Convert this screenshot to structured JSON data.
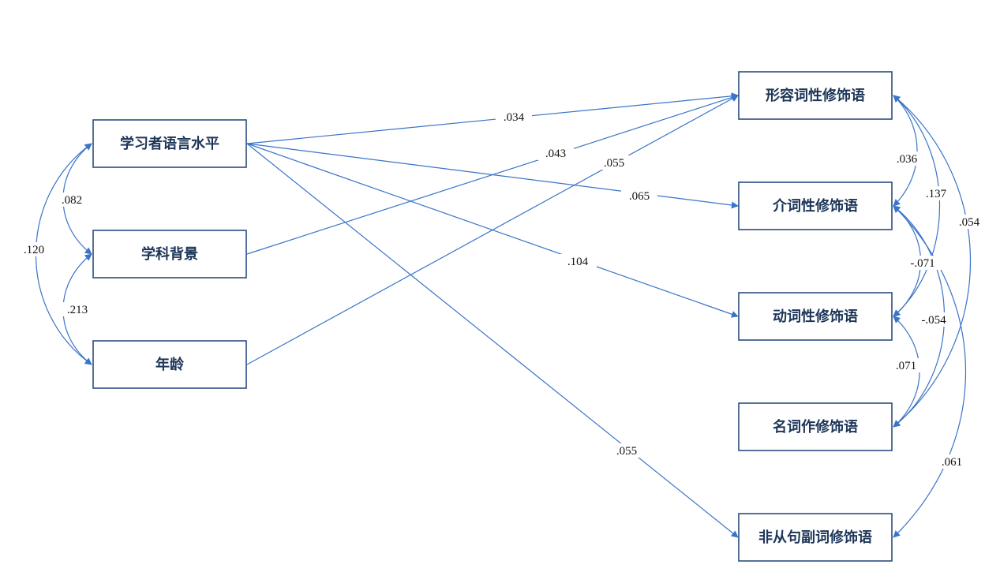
{
  "nodes": {
    "level": "学习者语言水平",
    "major": "学科背景",
    "age": "年龄",
    "adj": "形容词性修饰语",
    "prep": "介词性修饰语",
    "verb": "动词性修饰语",
    "noun": "名词作修饰语",
    "adv": "非从句副词修饰语"
  },
  "paths": {
    "level_adj": ".034",
    "level_prep": ".065",
    "level_verb": ".104",
    "level_adv": ".055",
    "major_adj": ".043",
    "age_adj": ".055"
  },
  "covariances_left": {
    "level_major": ".082",
    "level_age": ".120",
    "major_age": ".213"
  },
  "covariances_right": {
    "adj_prep": ".036",
    "adj_verb": ".137",
    "adj_noun": ".054",
    "prep_verb": "-.071",
    "prep_noun": "-.054",
    "prep_adv": ".061",
    "verb_noun": ".071"
  },
  "colors": {
    "edge": "#3a74c8",
    "box_border": "#2a4d80",
    "box_text": "#1c3558"
  }
}
